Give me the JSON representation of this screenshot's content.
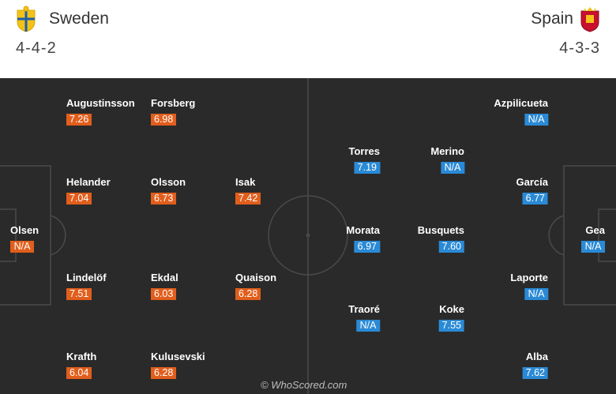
{
  "home": {
    "name": "Sweden",
    "formation": "4-4-2",
    "rating_color": "#e15e1c"
  },
  "away": {
    "name": "Spain",
    "formation": "4-3-3",
    "rating_color": "#2a8ad6"
  },
  "home_players": [
    {
      "name": "Augustinsson",
      "rating": "7.26"
    },
    {
      "name": "Forsberg",
      "rating": "6.98"
    },
    {
      "name": "Helander",
      "rating": "7.04"
    },
    {
      "name": "Olsson",
      "rating": "6.73"
    },
    {
      "name": "Isak",
      "rating": "7.42"
    },
    {
      "name": "Olsen",
      "rating": "N/A"
    },
    {
      "name": "Lindelöf",
      "rating": "7.51"
    },
    {
      "name": "Ekdal",
      "rating": "6.03"
    },
    {
      "name": "Quaison",
      "rating": "6.28"
    },
    {
      "name": "Krafth",
      "rating": "6.04"
    },
    {
      "name": "Kulusevski",
      "rating": "6.28"
    }
  ],
  "away_players": [
    {
      "name": "Azpilicueta",
      "rating": "N/A"
    },
    {
      "name": "Torres",
      "rating": "7.19"
    },
    {
      "name": "Merino",
      "rating": "N/A"
    },
    {
      "name": "García",
      "rating": "6.77"
    },
    {
      "name": "Morata",
      "rating": "6.97"
    },
    {
      "name": "Busquets",
      "rating": "7.60"
    },
    {
      "name": "Gea",
      "rating": "N/A"
    },
    {
      "name": "Laporte",
      "rating": "N/A"
    },
    {
      "name": "Traoré",
      "rating": "N/A"
    },
    {
      "name": "Koke",
      "rating": "7.55"
    },
    {
      "name": "Alba",
      "rating": "7.62"
    }
  ],
  "watermark": "© WhoScored.com"
}
